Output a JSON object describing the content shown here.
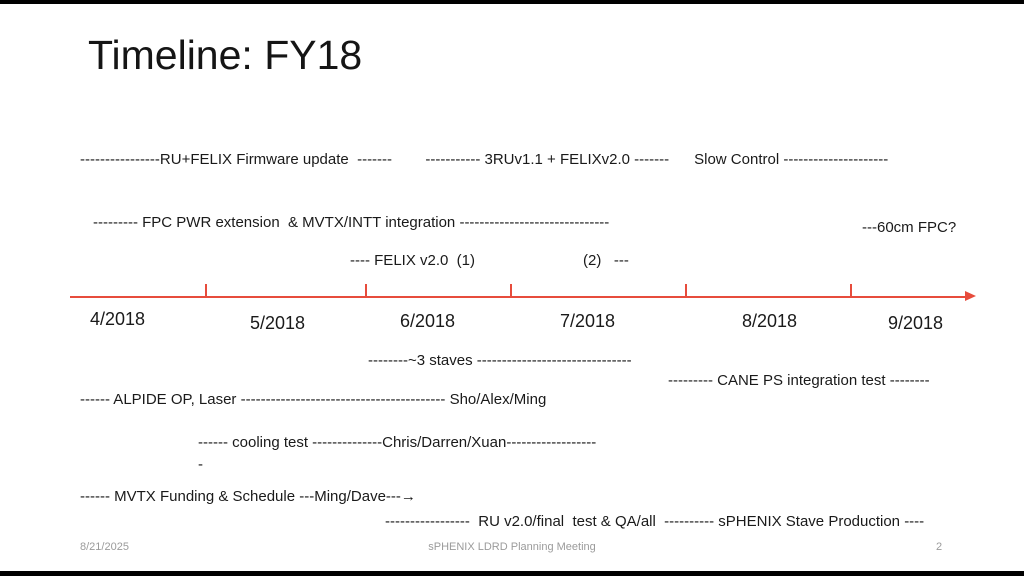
{
  "title": "Timeline: FY18",
  "above": {
    "firmware": "----------------RU+FELIX Firmware update  -------        ----------- 3RUv1.1 + FELIXv2.0 -------      Slow Control ---------------------",
    "fpc": "--------- FPC PWR extension  & MVTX/INTT integration ------------------------------",
    "fpc60": "---60cm FPC?",
    "felix1": "---- FELIX v2.0  (1)",
    "felix2": "(2)   ---"
  },
  "timeline": {
    "months": [
      "4/2018",
      "5/2018",
      "6/2018",
      "7/2018",
      "8/2018",
      "9/2018"
    ],
    "color": "#e74c3c"
  },
  "below": {
    "staves": "--------~3 staves -------------------------------",
    "cane": "--------- CANE PS integration test --------",
    "alpide": "------ ALPIDE OP, Laser ----------------------------------------- Sho/Alex/Ming",
    "cooling": "------ cooling test --------------Chris/Darren/Xuan------------------",
    "dash": "-",
    "mvtx": "------ MVTX Funding & Schedule ---Ming/Dave---→",
    "ru": "-----------------  RU v2.0/final  test & QA/all  ---------- sPHENIX Stave Production ----"
  },
  "footer": {
    "date": "8/21/2025",
    "center": "sPHENIX LDRD Planning Meeting",
    "page": "2"
  }
}
